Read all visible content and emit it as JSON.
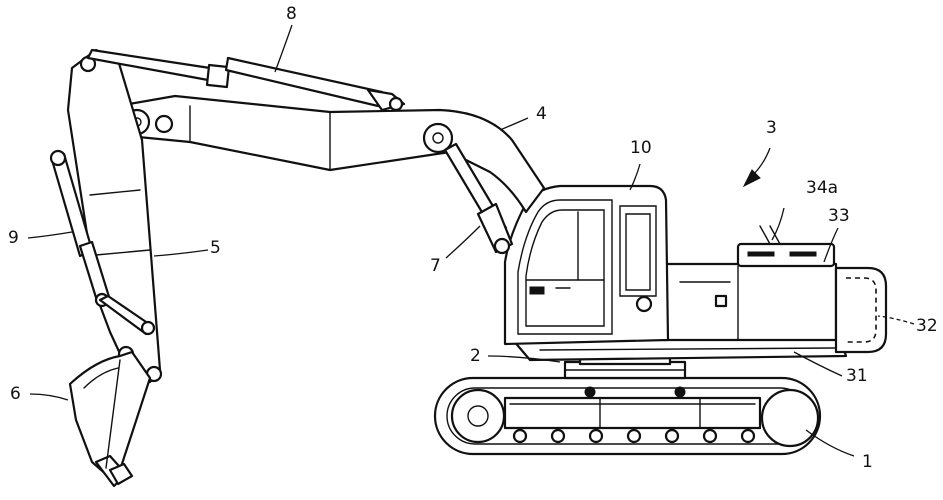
{
  "labels": {
    "crawler": "1",
    "swing_bearing": "2",
    "upper_structure": "3",
    "boom": "4",
    "arm": "5",
    "bucket": "6",
    "boom_cylinder": "7",
    "arm_cylinder": "8",
    "bucket_cylinder": "9",
    "cab": "10",
    "frame": "31",
    "counterweight": "32",
    "engine_cover": "33",
    "cover_panel": "34a"
  },
  "colors": {
    "line": "#111111",
    "background": "#ffffff"
  }
}
